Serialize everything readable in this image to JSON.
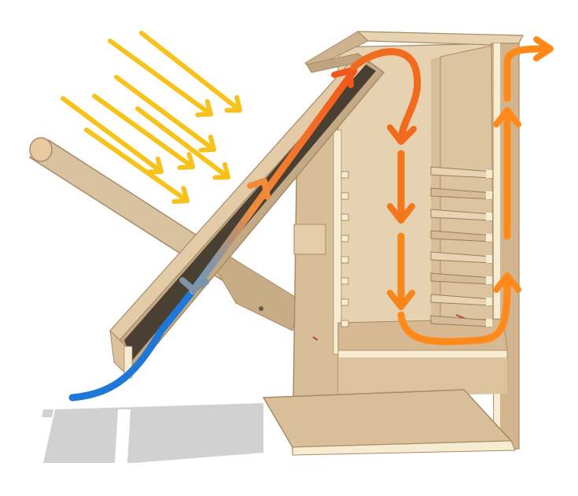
{
  "diagram": {
    "subject": "solar-dehydrator-cutaway",
    "labels": [],
    "colors": {
      "background": "#ffffff",
      "wood_light": "#e8d3b4",
      "wood_mid": "#d5bb97",
      "wood_dark": "#b89a72",
      "wood_shadow": "#9c7e58",
      "edge_ply": "#f6ecd2",
      "collector_glass": "#4a3f33",
      "shadow": "#cfcfcf",
      "sun_ray": "#f7c21a",
      "air_cold": "#1f78d8",
      "air_mid": "#7f93a6",
      "air_warm": "#f26a1b",
      "air_hot": "#ff8a1a"
    },
    "sun_rays": {
      "count": 7,
      "icon": "arrow"
    },
    "airflow": {
      "stages": [
        "cool-air-intake",
        "heating-in-collector",
        "descent-through-trays",
        "exhaust-outlet"
      ],
      "icon": "arrow"
    },
    "trays": {
      "count": 8
    }
  }
}
